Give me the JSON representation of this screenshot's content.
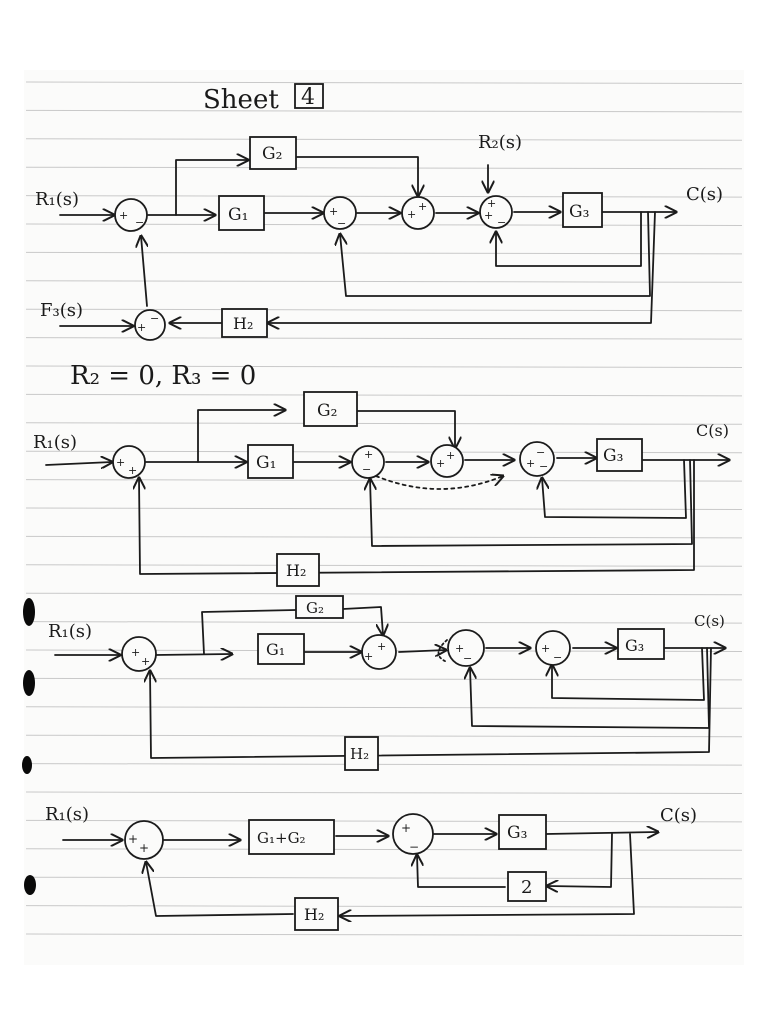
{
  "sheet": {
    "label": "Sheet",
    "number": "4"
  },
  "condition": "R₂ = 0,  R₃ = 0",
  "diagrams": [
    {
      "id": "original",
      "input": "R₁(s)",
      "output": "C(s)",
      "extra_inputs": [
        "R₂(s)",
        "F₃(s)"
      ],
      "blocks": [
        "G₁",
        "G₂",
        "G₃",
        "H₂"
      ]
    },
    {
      "id": "step-1",
      "input": "R₁(s)",
      "output": "C(s)",
      "blocks": [
        "G₁",
        "G₂",
        "G₃",
        "H₂"
      ]
    },
    {
      "id": "step-2",
      "input": "R₁(s)",
      "output": "C(s)",
      "blocks": [
        "G₁",
        "G₂",
        "G₃",
        "H₂"
      ]
    },
    {
      "id": "step-3",
      "input": "R₁(s)",
      "output": "C(s)",
      "blocks": [
        "G₁+G₂",
        "G₃",
        "2",
        "H₂"
      ]
    }
  ]
}
